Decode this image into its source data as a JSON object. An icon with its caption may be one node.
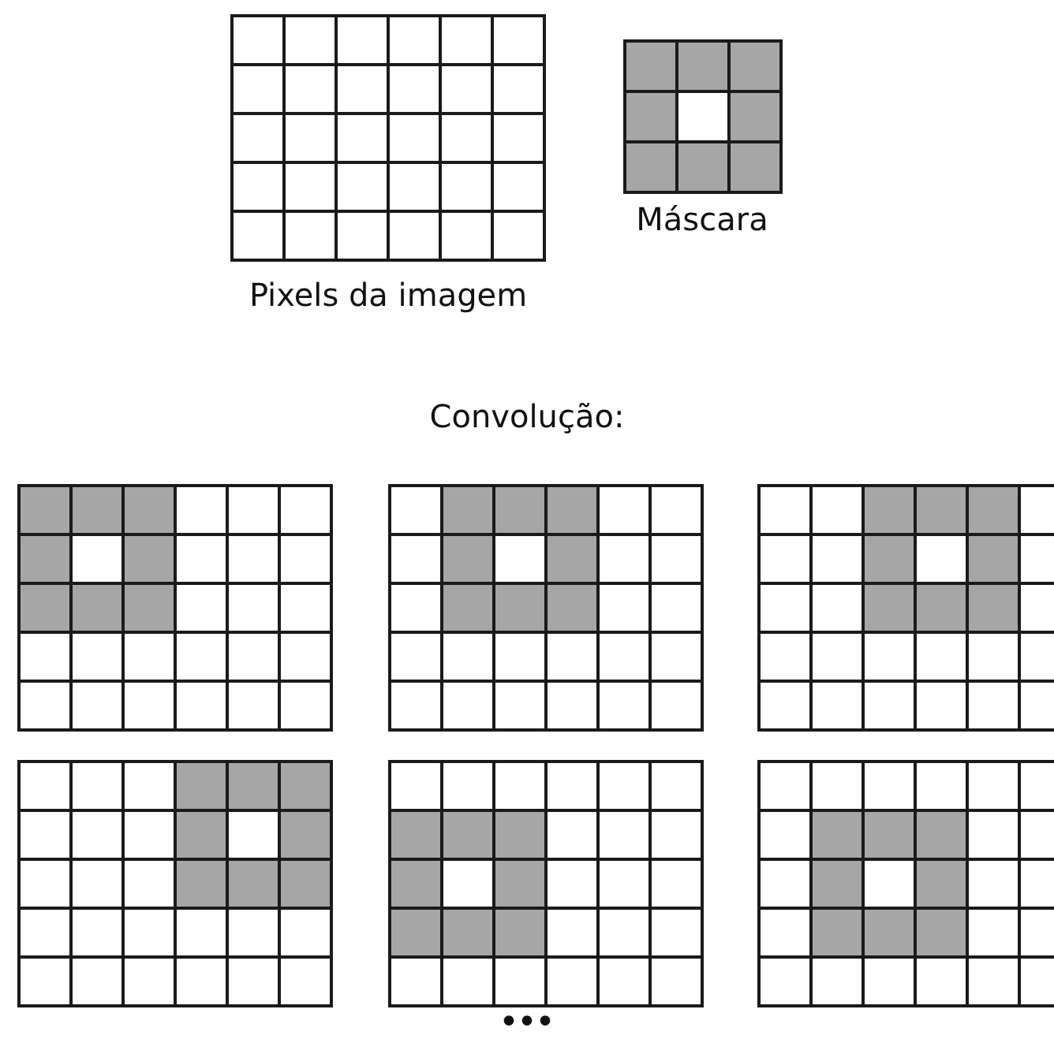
{
  "diagram": {
    "labels": [
      "Máscara",
      "Pixels da imagem",
      "Convolução:",
      "•••"
    ]
  }
}
